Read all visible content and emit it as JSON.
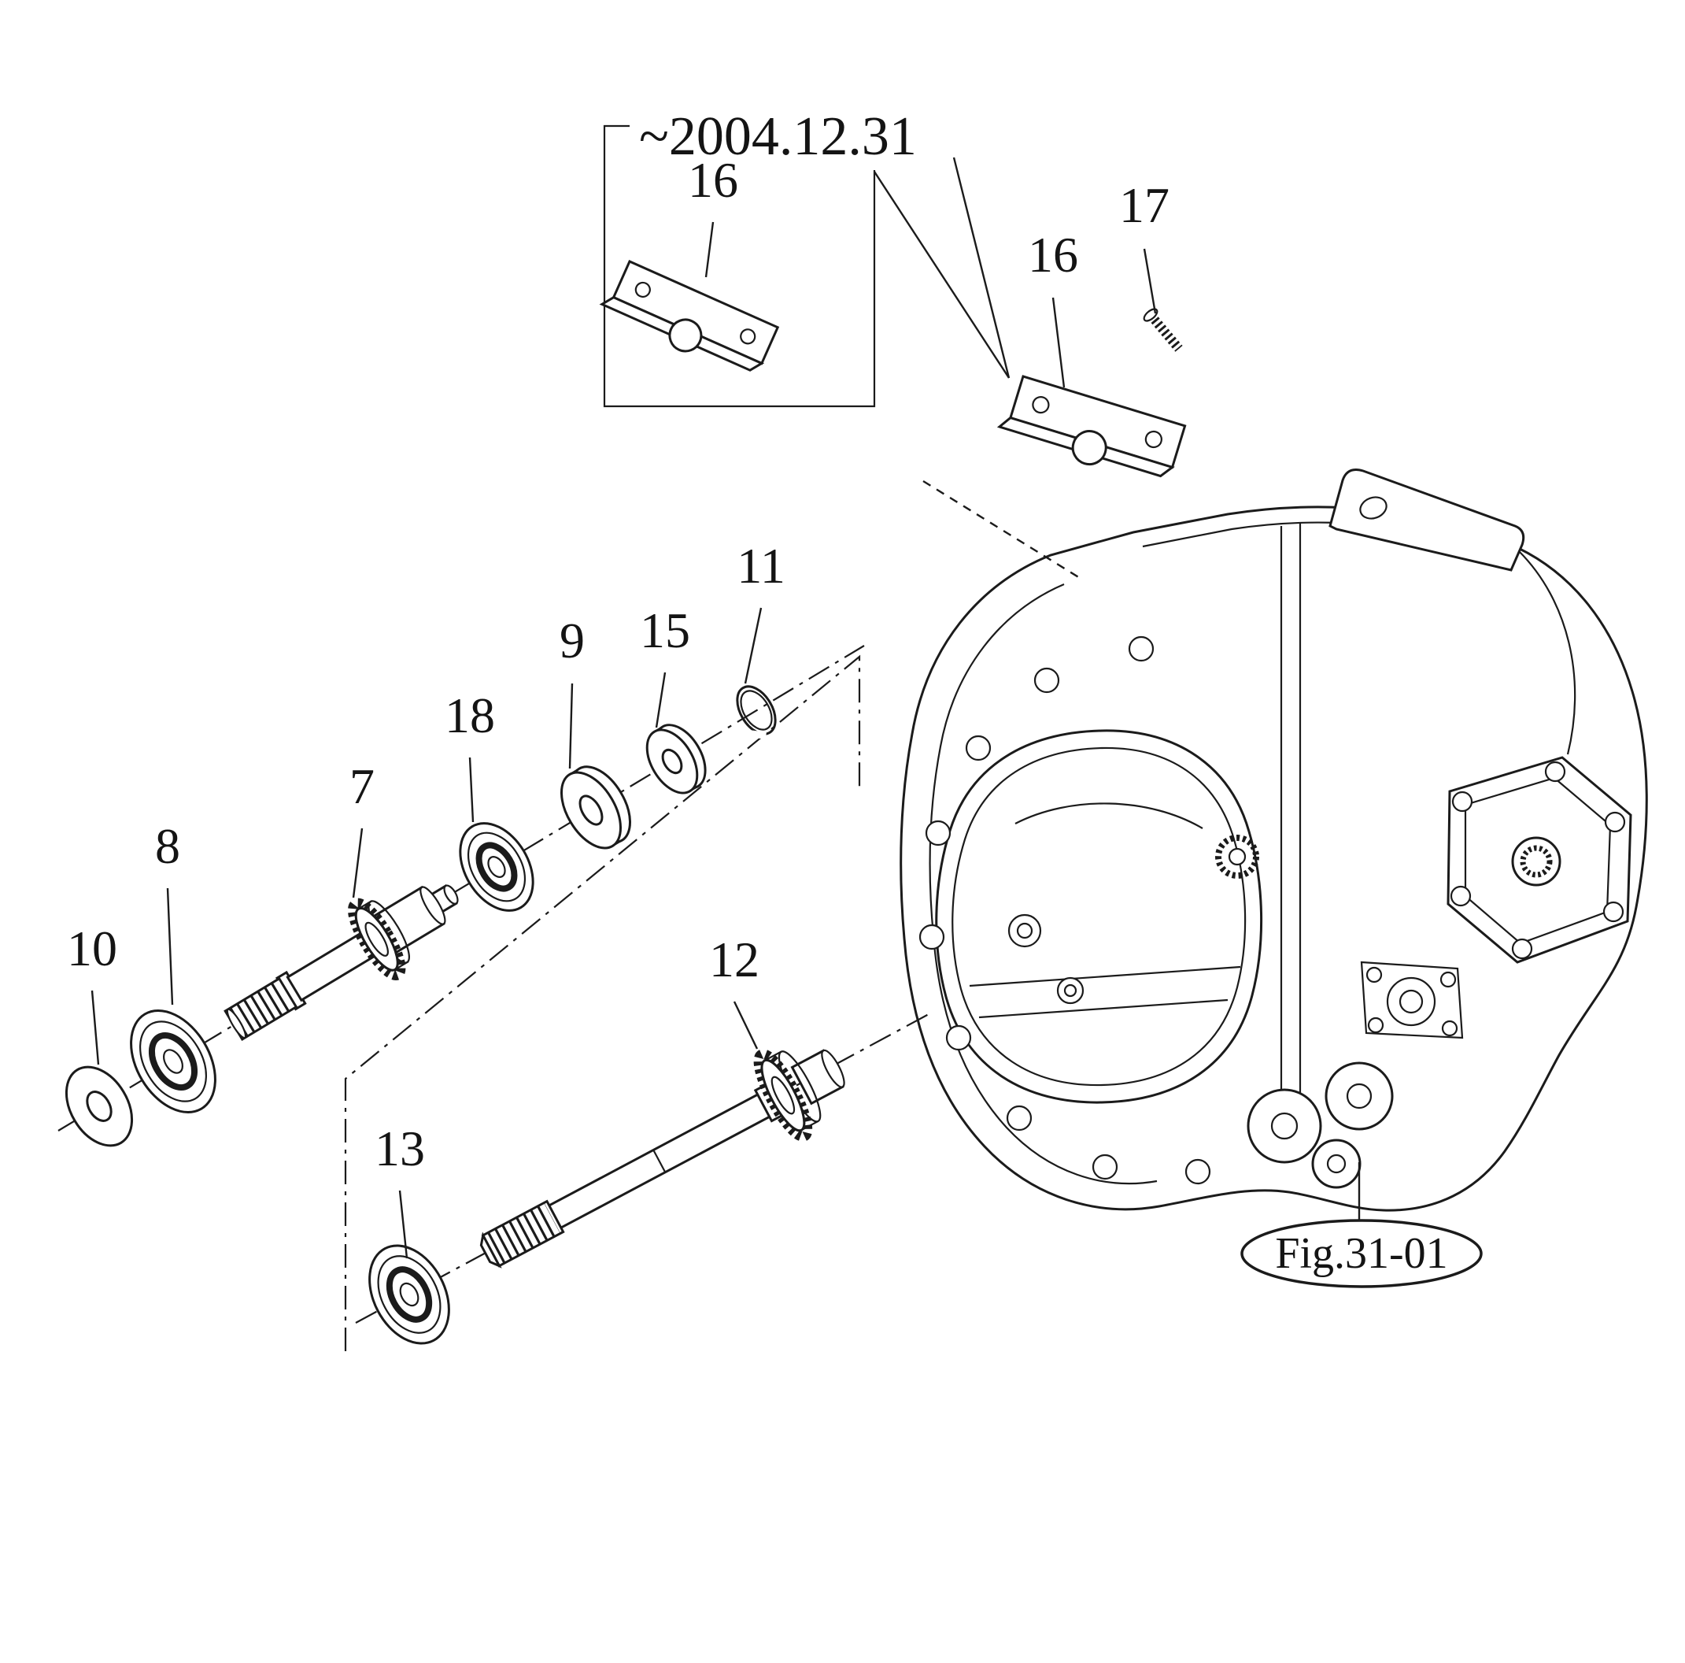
{
  "figure": {
    "date_label": "~2004.12.31",
    "figure_reference": "Fig.31-01",
    "callouts": {
      "inset16": {
        "label": "16"
      },
      "p16": {
        "label": "16"
      },
      "p17": {
        "label": "17"
      },
      "p7": {
        "label": "7"
      },
      "p8": {
        "label": "8"
      },
      "p9": {
        "label": "9"
      },
      "p10": {
        "label": "10"
      },
      "p11": {
        "label": "11"
      },
      "p12": {
        "label": "12"
      },
      "p13": {
        "label": "13"
      },
      "p15": {
        "label": "15"
      },
      "p18": {
        "label": "18"
      }
    },
    "colors": {
      "ink": "#1b1b1b",
      "background": "#ffffff"
    }
  }
}
